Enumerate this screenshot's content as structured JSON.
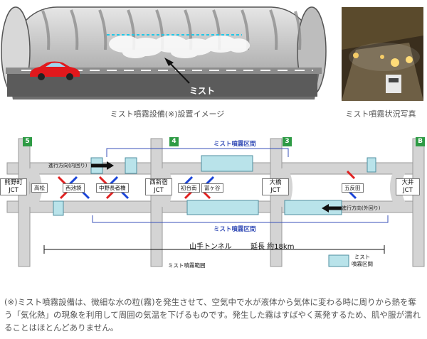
{
  "top": {
    "illustration_caption": "ミスト噴霧設備(※)設置イメージ",
    "illustration_label": "ミスト",
    "photo_caption": "ミスト噴霧状況写真"
  },
  "map": {
    "route_badges": [
      "5",
      "4",
      "3",
      "B"
    ],
    "mist_section_top": "ミスト噴霧区間",
    "mist_section_bottom": "ミスト噴霧区間",
    "direction_inner": "進行方向(内回り)",
    "direction_outer": "進行方向(外回り)",
    "jct_left": "熊野町\nJCT",
    "jct_nishishinjuku": "西新宿\nJCT",
    "jct_ohashi": "大橋\nJCT",
    "jct_ooi": "大井\nJCT",
    "exits": [
      "高松",
      "西池袋",
      "中野長者橋",
      "初台南",
      "富ヶ谷",
      "五反田"
    ],
    "tunnel_name": "山手トンネル",
    "length_label": "延長  約18km",
    "range_label": "ミスト噴霧範囲",
    "legend_label": "ミスト\n噴霧区間"
  },
  "note": "(※)ミスト噴霧設備は、微細な水の粒(霧)を発生させて、空気中で水が液体から気体に変わる時に周りから熱を奪う「気化熱」の現象を利用して周囲の気温を下げるものです。発生した霧はすばやく蒸発するため、肌や服が濡れることはほとんどありません。",
  "colors": {
    "mist": "#b9e3ea",
    "road": "#d4d4d4",
    "badge": "#2e9b45",
    "red_arrow": "#e02020",
    "blue_arrow": "#1a44d8"
  }
}
